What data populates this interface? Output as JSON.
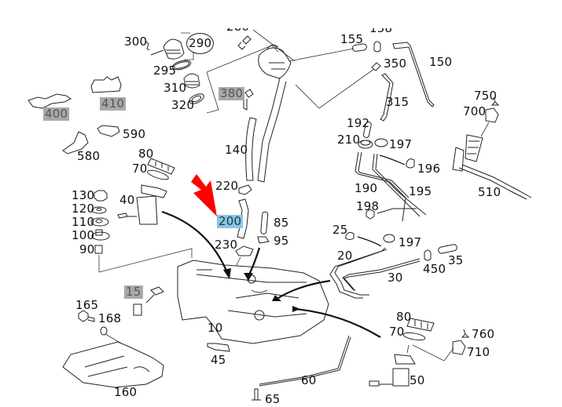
{
  "diagram": {
    "title": "Fuel tank and fuel system exploded parts diagram",
    "highlight_colors": {
      "gray": "#a9a9a9",
      "selected_blue": "#8cc3e2",
      "pointer_arrow": "#ff0000"
    },
    "selected_part": "200",
    "labels": {
      "p280": "280",
      "p158": "158",
      "p300": "300",
      "p290": "290",
      "p295": "295",
      "p310": "310",
      "p320": "320",
      "p380": "380",
      "p155": "155",
      "p350": "350",
      "p150": "150",
      "p315": "315",
      "p400": "400",
      "p410": "410",
      "p590": "590",
      "p580": "580",
      "p80a": "80",
      "p70a": "70",
      "p140": "140",
      "p192": "192",
      "p210": "210",
      "p197a": "197",
      "p196": "196",
      "p750": "750",
      "p700": "700",
      "p510": "510",
      "p220": "220",
      "p200": "200",
      "p130": "130",
      "p120": "120",
      "p110": "110",
      "p100": "100",
      "p90": "90",
      "p40": "40",
      "p85": "85",
      "p95": "95",
      "p230": "230",
      "p190": "190",
      "p195": "195",
      "p198": "198",
      "p25": "25",
      "p197b": "197",
      "p20": "20",
      "p450": "450",
      "p35": "35",
      "p30": "30",
      "p15": "15",
      "p165": "165",
      "p168": "168",
      "p10": "10",
      "p45": "45",
      "p160": "160",
      "p80b": "80",
      "p70b": "70",
      "p760": "760",
      "p710": "710",
      "p60": "60",
      "p50": "50",
      "p65": "65"
    }
  }
}
